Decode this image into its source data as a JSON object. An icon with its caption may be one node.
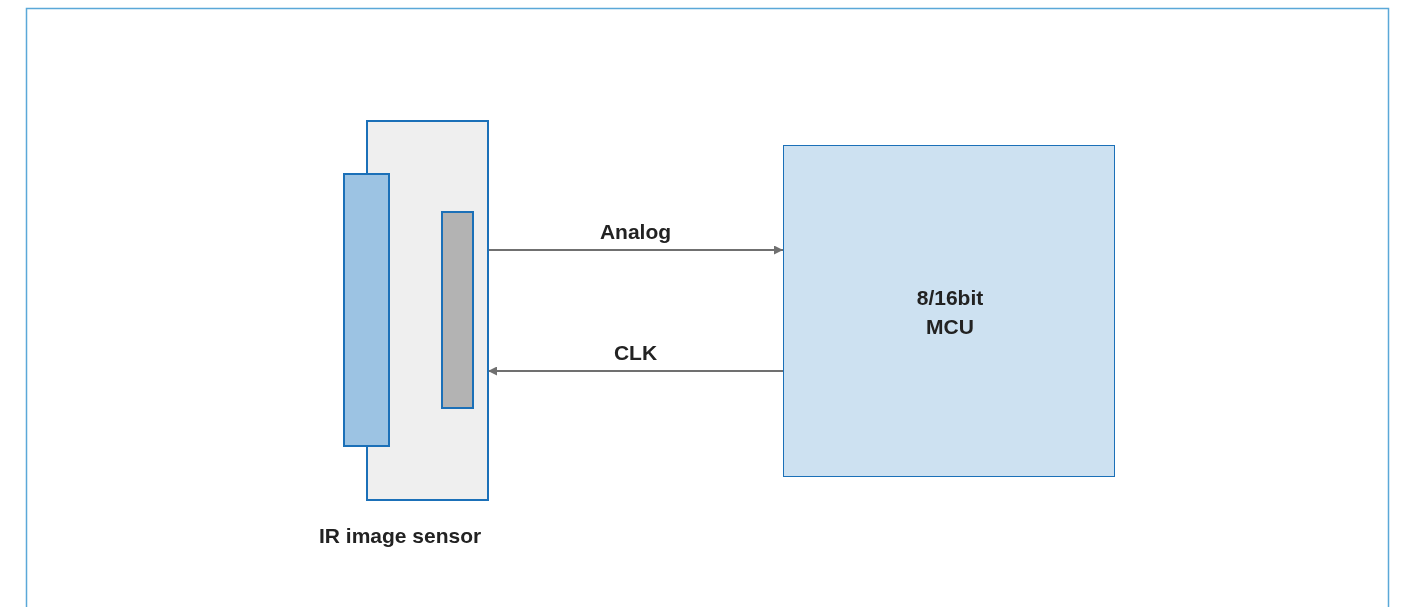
{
  "diagram": {
    "nodes": [
      {
        "text": [
          "IR image sensor"
        ]
      },
      {
        "text": [
          "8/16bit MCU"
        ]
      }
    ],
    "edges": [
      {
        "from": 0,
        "to": 1,
        "arrow": "to",
        "label": "Analog"
      },
      {
        "from": 1,
        "to": 0,
        "arrow": "to",
        "label": "CLK"
      }
    ]
  }
}
